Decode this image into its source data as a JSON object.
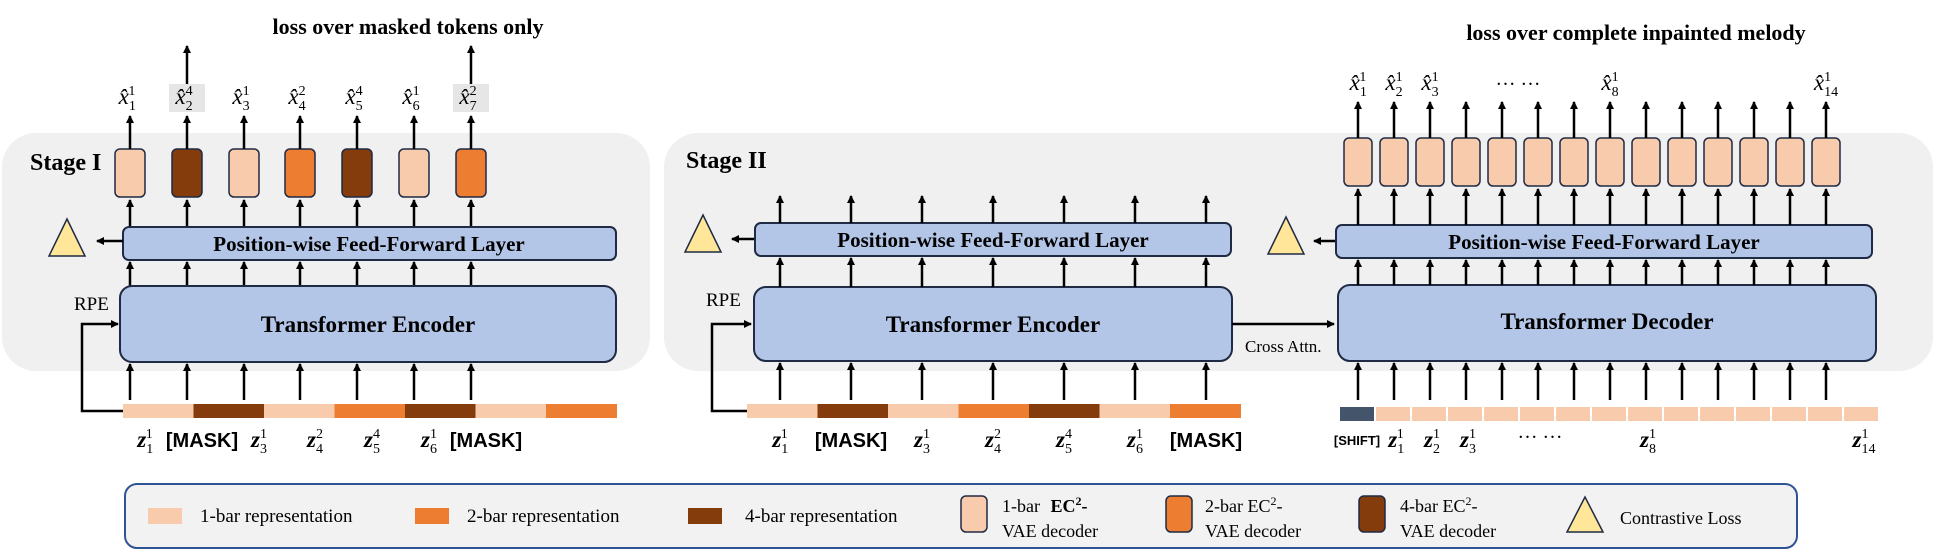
{
  "colors": {
    "stage_bg": "#f0f0f0",
    "box_fill": "#b4c6e7",
    "box_stroke": "#1f2a44",
    "light_orange": "#f8cbad",
    "orange": "#ed7d31",
    "brown": "#843c0c",
    "triangle": "#ffe699",
    "shift": "#44546a",
    "legend_stroke": "#2f5496",
    "highlight": "#e6e6e6"
  },
  "loss": {
    "left": "loss over masked tokens only",
    "right": "loss over complete inpainted melody"
  },
  "stage1": {
    "title": "Stage I",
    "ffl": "Position-wise Feed-Forward Layer",
    "encoder": "Transformer Encoder",
    "rpe": "RPE",
    "decoder_types": [
      "light",
      "brown",
      "light",
      "orange",
      "brown",
      "light",
      "orange"
    ],
    "seg_types": [
      "light",
      "brown",
      "light",
      "orange",
      "brown",
      "light",
      "orange"
    ],
    "outputs": [
      {
        "base": "x̂",
        "sub": "1",
        "sup": "1",
        "masked": false
      },
      {
        "base": "x̂",
        "sub": "2",
        "sup": "4",
        "masked": true
      },
      {
        "base": "x̂",
        "sub": "3",
        "sup": "1",
        "masked": false
      },
      {
        "base": "x̂",
        "sub": "4",
        "sup": "2",
        "masked": false
      },
      {
        "base": "x̂",
        "sub": "5",
        "sup": "4",
        "masked": false
      },
      {
        "base": "x̂",
        "sub": "6",
        "sup": "1",
        "masked": false
      },
      {
        "base": "x̂",
        "sub": "7",
        "sup": "2",
        "masked": true
      }
    ],
    "inputs": [
      {
        "base": "z",
        "sub": "1",
        "sup": "1"
      },
      {
        "mask": "[MASK]"
      },
      {
        "base": "z",
        "sub": "3",
        "sup": "1"
      },
      {
        "base": "z",
        "sub": "4",
        "sup": "2"
      },
      {
        "base": "z",
        "sub": "5",
        "sup": "4"
      },
      {
        "base": "z",
        "sub": "6",
        "sup": "1"
      },
      {
        "mask": "[MASK]"
      }
    ]
  },
  "stage2": {
    "title": "Stage II",
    "ffl_enc": "Position-wise Feed-Forward Layer",
    "encoder": "Transformer Encoder",
    "rpe": "RPE",
    "cross": "Cross Attn.",
    "ffl_dec": "Position-wise Feed-Forward Layer",
    "decoder": "Transformer Decoder",
    "seg_types": [
      "light",
      "brown",
      "light",
      "orange",
      "brown",
      "light",
      "orange"
    ],
    "enc_inputs": [
      {
        "base": "z",
        "sub": "1",
        "sup": "1"
      },
      {
        "mask": "[MASK]"
      },
      {
        "base": "z",
        "sub": "3",
        "sup": "1"
      },
      {
        "base": "z",
        "sub": "4",
        "sup": "2"
      },
      {
        "base": "z",
        "sub": "5",
        "sup": "4"
      },
      {
        "base": "z",
        "sub": "6",
        "sup": "1"
      },
      {
        "mask": "[MASK]"
      }
    ],
    "dec_outputs": [
      {
        "slot": 0,
        "base": "x̂",
        "sub": "1",
        "sup": "1"
      },
      {
        "slot": 1,
        "base": "x̂",
        "sub": "2",
        "sup": "1"
      },
      {
        "slot": 2,
        "base": "x̂",
        "sub": "3",
        "sup": "1"
      },
      {
        "slot": 7,
        "base": "x̂",
        "sub": "8",
        "sup": "1"
      },
      {
        "slot": 13,
        "base": "x̂",
        "sub": "14",
        "sup": "1"
      }
    ],
    "dec_dots": "… …",
    "dec_inputs": [
      {
        "slot": 0,
        "base": "z",
        "sub": "1",
        "sup": "1"
      },
      {
        "slot": 1,
        "base": "z",
        "sub": "2",
        "sup": "1"
      },
      {
        "slot": 2,
        "base": "z",
        "sub": "3",
        "sup": "1"
      },
      {
        "slot": 7,
        "base": "z",
        "sub": "8",
        "sup": "1"
      },
      {
        "slot": 13,
        "base": "z",
        "sub": "14",
        "sup": "1"
      }
    ],
    "shift": "[SHIFT]"
  },
  "legend": {
    "rep1": "1-bar representation",
    "rep2": "2-bar representation",
    "rep4": "4-bar representation",
    "dec1_a": "1-bar",
    "dec1_b": "EC",
    "dec1_c": "-",
    "dec1_d": "VAE decoder",
    "dec2_a": "2-bar EC",
    "dec2_b": "-",
    "dec2_c": "VAE decoder",
    "dec4_a": "4-bar EC",
    "dec4_b": "-",
    "dec4_c": "VAE decoder",
    "sup2": "2",
    "contrastive": "Contrastive Loss"
  }
}
